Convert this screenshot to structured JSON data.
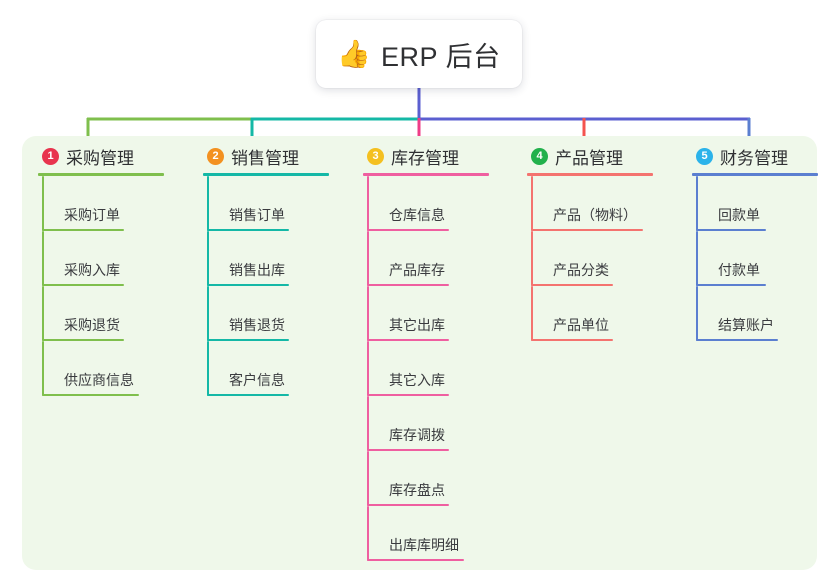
{
  "diagram": {
    "type": "mind-map",
    "root": {
      "icon": "thumbs-up-emoji",
      "icon_glyph": "👍",
      "label": "ERP 后台"
    },
    "panel_color": "#eff8ea",
    "background_color": "#ffffff",
    "bus": {
      "segment_1_color": "#7fbf4d",
      "segment_2_color": "#14b8a6",
      "segment_3_color": "#5b5fd0"
    },
    "branches": [
      {
        "number": "1",
        "title": "采购管理",
        "badge_color": "#e8344e",
        "line_color": "#7fbf4d",
        "drop_color": "#7fbf4d",
        "items": [
          {
            "label": "采购订单"
          },
          {
            "label": "采购入库"
          },
          {
            "label": "采购退货"
          },
          {
            "label": "供应商信息"
          }
        ]
      },
      {
        "number": "2",
        "title": "销售管理",
        "badge_color": "#f39121",
        "line_color": "#14b8a6",
        "drop_color": "#14b8a6",
        "items": [
          {
            "label": "销售订单"
          },
          {
            "label": "销售出库"
          },
          {
            "label": "销售退货"
          },
          {
            "label": "客户信息"
          }
        ]
      },
      {
        "number": "3",
        "title": "库存管理",
        "badge_color": "#f4c020",
        "line_color": "#ef5fa0",
        "drop_color": "#ef3d87",
        "items": [
          {
            "label": "仓库信息"
          },
          {
            "label": "产品库存"
          },
          {
            "label": "其它出库"
          },
          {
            "label": "其它入库"
          },
          {
            "label": "库存调拨"
          },
          {
            "label": "库存盘点"
          },
          {
            "label": "出库库明细"
          }
        ]
      },
      {
        "number": "4",
        "title": "产品管理",
        "badge_color": "#22b14c",
        "line_color": "#f4736f",
        "drop_color": "#f4534f",
        "items": [
          {
            "label": "产品（物料）"
          },
          {
            "label": "产品分类"
          },
          {
            "label": "产品单位"
          }
        ]
      },
      {
        "number": "5",
        "title": "财务管理",
        "badge_color": "#2bb3ea",
        "line_color": "#5b7fd0",
        "drop_color": "#5b7fd0",
        "items": [
          {
            "label": "回款单"
          },
          {
            "label": "付款单"
          },
          {
            "label": "结算账户"
          }
        ]
      }
    ]
  }
}
